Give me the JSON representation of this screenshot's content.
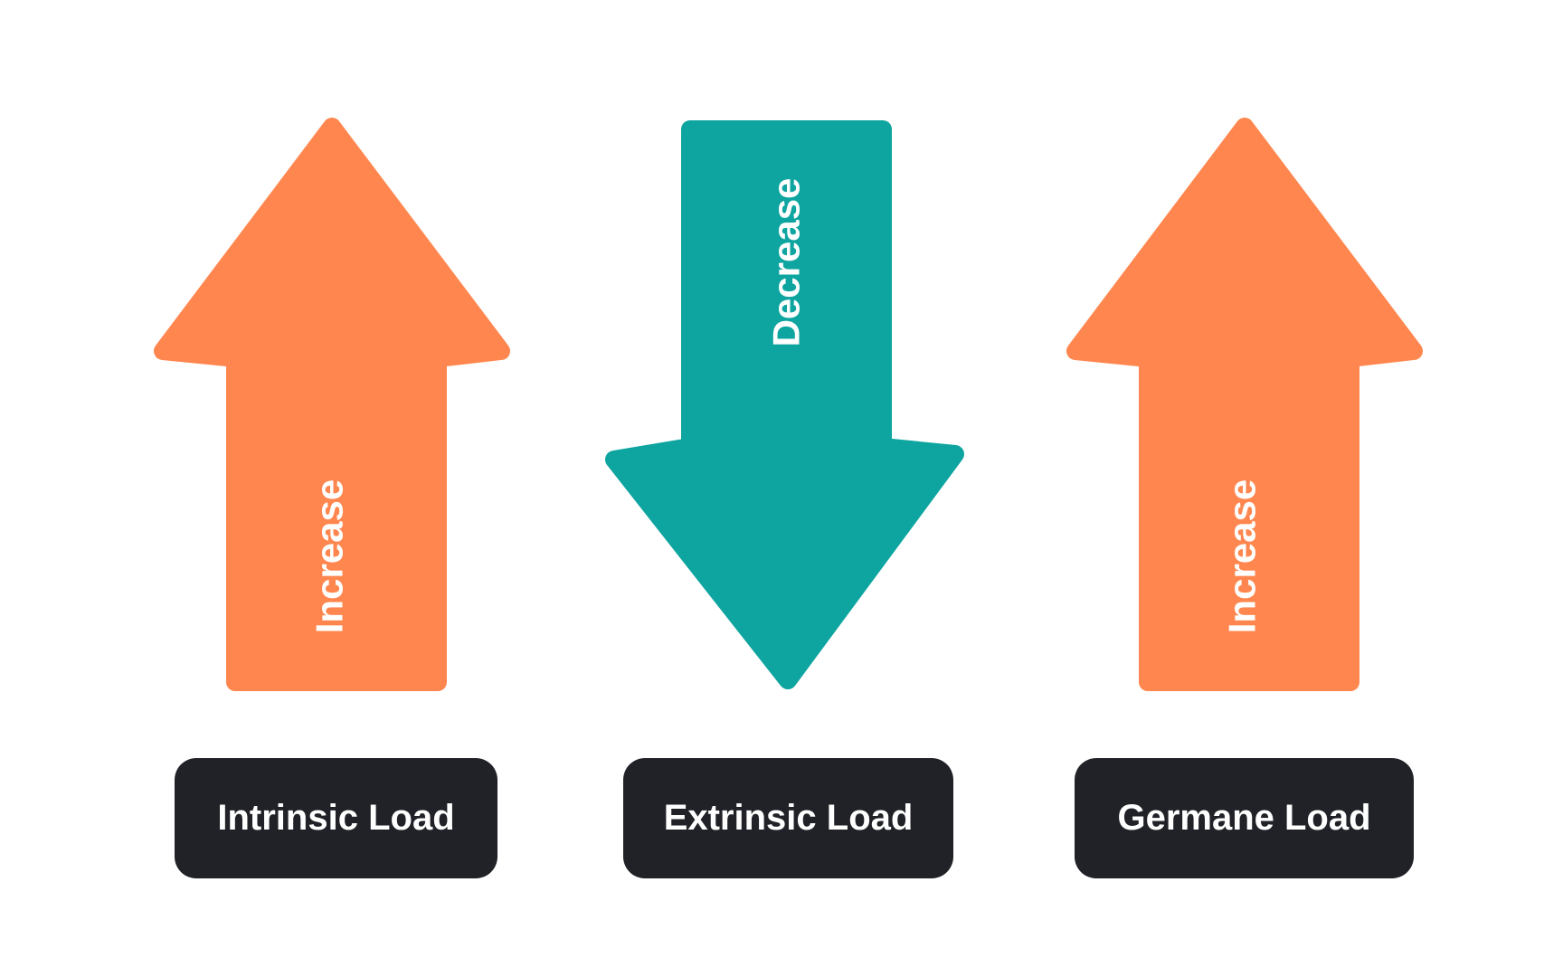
{
  "colors": {
    "increase": "#FF874F",
    "decrease": "#0EA5A0",
    "label_background": "#202227",
    "text": "#FFFFFF"
  },
  "arrows": [
    {
      "id": "intrinsic",
      "direction": "up",
      "icon": "arrow-up-icon",
      "text": "Increase",
      "color": "increase"
    },
    {
      "id": "extrinsic",
      "direction": "down",
      "icon": "arrow-down-icon",
      "text": "Decrease",
      "color": "decrease"
    },
    {
      "id": "germane",
      "direction": "up",
      "icon": "arrow-up-icon",
      "text": "Increase",
      "color": "increase"
    }
  ],
  "labels": {
    "intrinsic": "Intrinsic Load",
    "extrinsic": "Extrinsic Load",
    "germane": "Germane Load"
  }
}
